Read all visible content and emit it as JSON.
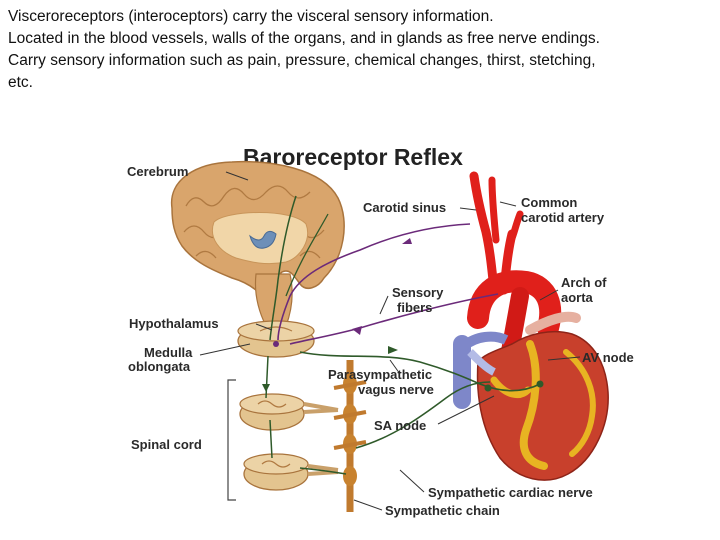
{
  "intro": {
    "line1": "Visceroreceptors (interoceptors) carry the visceral sensory information.",
    "line2": "Located in the blood vessels, walls of the organs, and in glands as free nerve endings.",
    "line3": "Carry sensory information such as pain, pressure, chemical changes, thirst, stetching,",
    "line4": "etc."
  },
  "diagram": {
    "title": "Baroreceptor Reflex",
    "labels": {
      "cerebrum": "Cerebrum",
      "hypothalamus": "Hypothalamus",
      "medulla_1": "Medulla",
      "medulla_2": "oblongata",
      "spinal_cord": "Spinal cord",
      "carotid_sinus": "Carotid sinus",
      "common_carotid_1": "Common",
      "common_carotid_2": "carotid artery",
      "sensory_fibers_1": "Sensory",
      "sensory_fibers_2": "fibers",
      "arch_aorta_1": "Arch of",
      "arch_aorta_2": "aorta",
      "av_node": "AV node",
      "parasympathetic_1": "Parasympathetic",
      "parasympathetic_2": "vagus nerve",
      "sa_node": "SA node",
      "sympathetic_cardiac": "Sympathetic cardiac nerve",
      "sympathetic_chain": "Sympathetic chain"
    },
    "colors": {
      "brain": "#d9a56c",
      "artery": "#e0201b",
      "vein": "#7e87c9",
      "heart": "#c8402c",
      "fat": "#e8b422",
      "sensory_nerve": "#6b2a7a",
      "motor_nerve": "#2f5a2a",
      "spinal_section": "#e3c48f"
    }
  }
}
